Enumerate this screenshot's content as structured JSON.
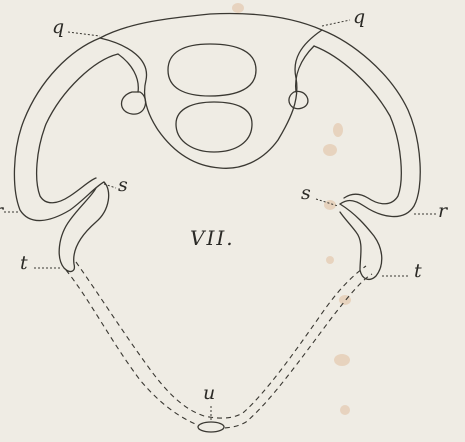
{
  "figure": {
    "number": "VII.",
    "labels": {
      "q_left": "q",
      "q_right": "q",
      "s_left": "s",
      "s_right": "s",
      "r_left": "r",
      "r_right": "r",
      "t_left": "t",
      "t_right": "t",
      "u": "u"
    },
    "colors": {
      "paper": "#efece4",
      "ink": "#3a3832",
      "stain": "#d9a77a"
    }
  }
}
